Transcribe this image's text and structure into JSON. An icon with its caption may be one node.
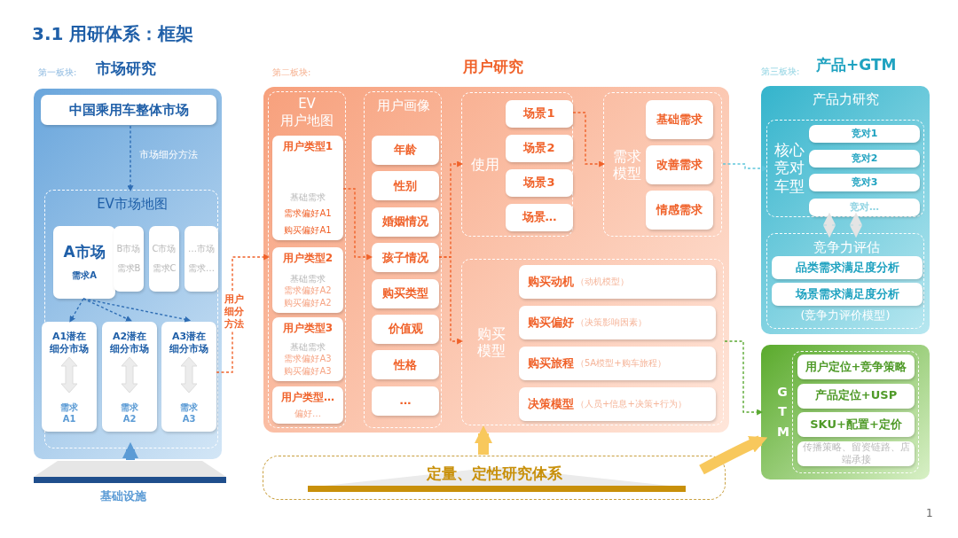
{
  "diagram": {
    "title": "3.1 用研体系：框架",
    "nodes": [
      {
        "text": [
          "市场研究"
        ],
        "beside": [
          "第一板块:"
        ]
      },
      {
        "text": [
          "中国乘用车整体市场"
        ],
        "in": 0
      },
      {
        "text": [
          "EV市场地图"
        ],
        "in": 0
      },
      {
        "text": [
          "A市场",
          "需求A"
        ],
        "in": 2
      },
      {
        "text": [
          "B市场",
          "需求B"
        ],
        "in": 2
      },
      {
        "text": [
          "C市场",
          "需求C"
        ],
        "in": 2
      },
      {
        "text": [
          "…市场",
          "需求…"
        ],
        "in": 2
      },
      {
        "text": [
          "A1潜在细分市场",
          "需求A1"
        ],
        "in": 2
      },
      {
        "text": [
          "A2潜在细分市场",
          "需求A2"
        ],
        "in": 2
      },
      {
        "text": [
          "A3潜在细分市场",
          "需求A3"
        ],
        "in": 2
      },
      {
        "text": [
          "用户研究"
        ],
        "beside": [
          "第二板块:"
        ]
      },
      {
        "text": [
          "EV 用户地图"
        ],
        "in": 10
      },
      {
        "text": [
          "用户类型1",
          "基础需求",
          "需求偏好A1",
          "购买偏好A1"
        ],
        "in": 11
      },
      {
        "text": [
          "用户类型2",
          "基础需求",
          "需求偏好A2",
          "购买偏好A2"
        ],
        "in": 11
      },
      {
        "text": [
          "用户类型3",
          "基础需求",
          "需求偏好A3",
          "购买偏好A3"
        ],
        "in": 11
      },
      {
        "text": [
          "用户类型…",
          "偏好…"
        ],
        "in": 11
      },
      {
        "text": [
          "用户画像"
        ],
        "in": 10
      },
      {
        "text": [
          "年龄"
        ],
        "in": 16
      },
      {
        "text": [
          "性别"
        ],
        "in": 16
      },
      {
        "text": [
          "婚姻情况"
        ],
        "in": 16
      },
      {
        "text": [
          "孩子情况"
        ],
        "in": 16
      },
      {
        "text": [
          "购买类型"
        ],
        "in": 16
      },
      {
        "text": [
          "价值观"
        ],
        "in": 16
      },
      {
        "text": [
          "性格"
        ],
        "in": 16
      },
      {
        "text": [
          "…"
        ],
        "in": 16
      },
      {
        "text": [
          "使用"
        ],
        "in": 10
      },
      {
        "text": [
          "场景1"
        ],
        "in": 25
      },
      {
        "text": [
          "场景2"
        ],
        "in": 25
      },
      {
        "text": [
          "场景3"
        ],
        "in": 25
      },
      {
        "text": [
          "场景…"
        ],
        "in": 25
      },
      {
        "text": [
          "需求模型"
        ],
        "in": 10
      },
      {
        "text": [
          "基础需求"
        ],
        "in": 30
      },
      {
        "text": [
          "改善需求"
        ],
        "in": 30
      },
      {
        "text": [
          "情感需求"
        ],
        "in": 30
      },
      {
        "text": [
          "购买模型"
        ],
        "in": 10
      },
      {
        "text": [
          "购买动机",
          "（动机模型）"
        ],
        "in": 34
      },
      {
        "text": [
          "购买偏好",
          "（决策影响因素）"
        ],
        "in": 34
      },
      {
        "text": [
          "购买旅程",
          "（5A模型+购车旅程）"
        ],
        "in": 34
      },
      {
        "text": [
          "决策模型",
          "（人员+信息+决策+行为）"
        ],
        "in": 34
      },
      {
        "text": [
          "产品力研究"
        ],
        "beside": [
          "第三板块:",
          "产品+GTM"
        ]
      },
      {
        "text": [
          "核心竞对车型"
        ],
        "in": 39
      },
      {
        "text": [
          "竞对1"
        ],
        "in": 40
      },
      {
        "text": [
          "竞对2"
        ],
        "in": 40
      },
      {
        "text": [
          "竞对3"
        ],
        "in": 40
      },
      {
        "text": [
          "竞对…"
        ],
        "in": 40
      },
      {
        "text": [
          "竞争力评估",
          "(竞争力评价模型)"
        ],
        "in": 39
      },
      {
        "text": [
          "品类需求满足度分析"
        ],
        "in": 45
      },
      {
        "text": [
          "场景需求满足度分析"
        ],
        "in": 45
      },
      {
        "text": [
          "GTM"
        ]
      },
      {
        "text": [
          "用户定位+竞争策略"
        ],
        "in": 48
      },
      {
        "text": [
          "产品定位+USP"
        ],
        "in": 48
      },
      {
        "text": [
          "SKU+配置+定价"
        ],
        "in": 48
      },
      {
        "text": [
          "传播策略、留资链路、店端承接"
        ],
        "in": 48
      },
      {
        "text": [
          "定量、定性研究体系"
        ]
      },
      {
        "text": [],
        "shape": "box",
        "beside": [
          "基础设施"
        ]
      }
    ],
    "edges": [
      {
        "from": 1,
        "to": 2,
        "arrow": "to",
        "label": "市场细分方法",
        "style": "dashed",
        "color": "#2e6db4"
      },
      {
        "from": 3,
        "to": 7,
        "arrow": "to",
        "style": "dashed",
        "color": "#2e6db4"
      },
      {
        "from": 3,
        "to": 8,
        "arrow": "to",
        "style": "dashed",
        "color": "#2e6db4"
      },
      {
        "from": 3,
        "to": 9,
        "arrow": "to",
        "style": "dashed",
        "color": "#2e6db4"
      },
      {
        "from": 9,
        "to": 11,
        "arrow": "to",
        "label": "用户细分方法",
        "style": "dashed"
      },
      {
        "from": 12,
        "to": 20,
        "arrow": "to",
        "style": "dashed"
      },
      {
        "from": 20,
        "to": 25,
        "arrow": "to",
        "style": "dashed"
      },
      {
        "from": 20,
        "to": 34,
        "arrow": "to",
        "style": "dashed"
      },
      {
        "from": 26,
        "to": 30,
        "arrow": "to",
        "style": "dashed"
      },
      {
        "from": 30,
        "to": 40,
        "arrow": "to",
        "style": "dashed",
        "color": "#5fc6dc"
      },
      {
        "from": 34,
        "to": 48,
        "arrow": "to",
        "style": "dashed",
        "color": "#5aa832"
      },
      {
        "from": 53,
        "to": 10,
        "arrow": "to",
        "style": "thick",
        "color": "#f8c85c"
      },
      {
        "from": 53,
        "to": 48,
        "arrow": "to",
        "style": "thick",
        "color": "#f8c85c"
      },
      {
        "from": 40,
        "to": 45,
        "arrow": "both",
        "style": "thick",
        "color": "#e4e4e4"
      },
      {
        "from": 40,
        "to": 45,
        "arrow": "both",
        "style": "thick",
        "color": "#e4e4e4"
      },
      {
        "from": 54,
        "to": 2,
        "arrow": "to",
        "style": "thick",
        "color": "#5b9bd5"
      }
    ],
    "labels": [
      "1"
    ]
  }
}
